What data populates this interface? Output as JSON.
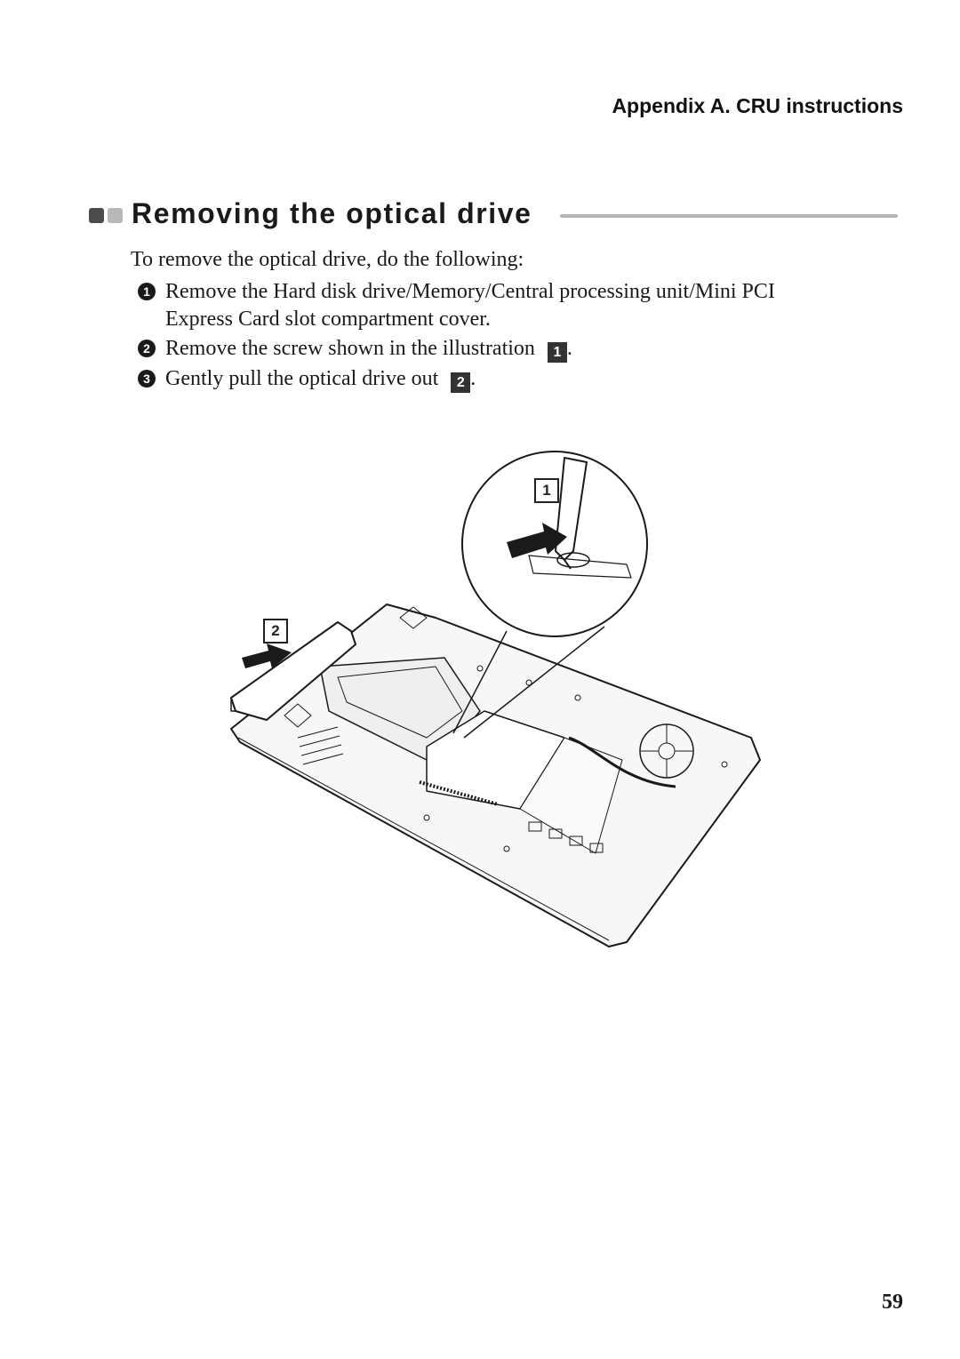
{
  "header": {
    "running_title": "Appendix A. CRU instructions"
  },
  "section": {
    "title": "Removing the optical drive"
  },
  "intro": "To remove the optical drive, do the following:",
  "steps": [
    {
      "number": "1",
      "line1": "Remove the Hard disk drive/Memory/Central processing unit/Mini PCI",
      "line2": "Express Card slot compartment cover."
    },
    {
      "number": "2",
      "text": "Remove the screw shown in the illustration",
      "callout": "1",
      "suffix": "."
    },
    {
      "number": "3",
      "text": "Gently pull the optical drive out",
      "callout": "2",
      "suffix": "."
    }
  ],
  "figure": {
    "callout_1": "1",
    "callout_2": "2"
  },
  "page_number": "59"
}
